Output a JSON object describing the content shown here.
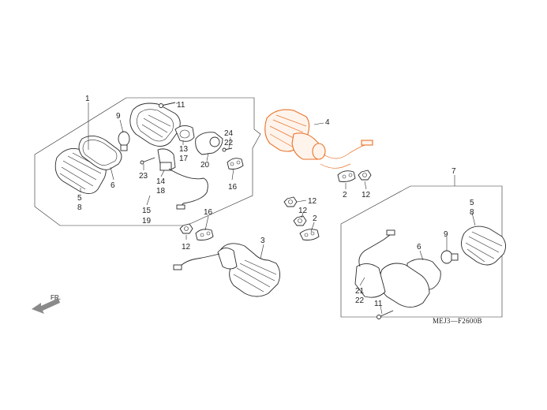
{
  "diagram": {
    "code": "MEJ3—F2600B",
    "front_marker": "FR.",
    "colors": {
      "highlight": "#e8732a",
      "ink": "#2a2a2a"
    },
    "callouts": [
      {
        "id": "c1",
        "text": "1"
      },
      {
        "id": "c11a",
        "text": "11"
      },
      {
        "id": "c9a",
        "text": "9"
      },
      {
        "id": "c13",
        "text": "13"
      },
      {
        "id": "c17",
        "text": "17"
      },
      {
        "id": "c24",
        "text": "24"
      },
      {
        "id": "c22a",
        "text": "22"
      },
      {
        "id": "c20",
        "text": "20"
      },
      {
        "id": "c16a",
        "text": "16"
      },
      {
        "id": "c6a",
        "text": "6"
      },
      {
        "id": "c23",
        "text": "23"
      },
      {
        "id": "c14",
        "text": "14"
      },
      {
        "id": "c18",
        "text": "18"
      },
      {
        "id": "c5a",
        "text": "5"
      },
      {
        "id": "c8a",
        "text": "8"
      },
      {
        "id": "c15",
        "text": "15"
      },
      {
        "id": "c19",
        "text": "19"
      },
      {
        "id": "c16b",
        "text": "16"
      },
      {
        "id": "c12a",
        "text": "12"
      },
      {
        "id": "c3",
        "text": "3"
      },
      {
        "id": "c4",
        "text": "4"
      },
      {
        "id": "c2a",
        "text": "2"
      },
      {
        "id": "c12b",
        "text": "12"
      },
      {
        "id": "c12c",
        "text": "12"
      },
      {
        "id": "c12d",
        "text": "12"
      },
      {
        "id": "c2b",
        "text": "2"
      },
      {
        "id": "c7",
        "text": "7"
      },
      {
        "id": "c5b",
        "text": "5"
      },
      {
        "id": "c8b",
        "text": "8"
      },
      {
        "id": "c9b",
        "text": "9"
      },
      {
        "id": "c6b",
        "text": "6"
      },
      {
        "id": "c21",
        "text": "21"
      },
      {
        "id": "c22b",
        "text": "22"
      },
      {
        "id": "c11b",
        "text": "11"
      }
    ]
  }
}
